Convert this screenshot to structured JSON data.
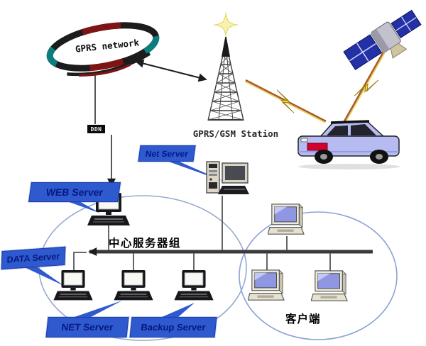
{
  "topology": {
    "gprs_cloud": {
      "label": "GPRS network"
    },
    "base_station": {
      "label": "GPRS/GSM Station"
    },
    "ddn_link": {
      "label": "DDN"
    },
    "callouts": {
      "net_server": "Net Server",
      "web_server": "WEB Server",
      "data_server": "DATA Server",
      "net_server_lower": "NET Server",
      "backup_server": "Backup Server"
    },
    "groups": {
      "central_servers": "中心服务器组",
      "clients": "客户端"
    }
  },
  "colors": {
    "callout_bg": "#2e59cf",
    "callout_text": "#06197d",
    "lightning_yellow": "#f0df3a",
    "link_brown": "#a95b28",
    "bus_dark": "#3a3a3a",
    "group_ellipse": "#96a9cf",
    "car_body": "#b6bcf2",
    "satellite_panel": "#2431a6",
    "cloud_dark_red": "#7e1414",
    "cloud_teal": "#0d7d7d",
    "client_screen": "#8f97e2"
  }
}
